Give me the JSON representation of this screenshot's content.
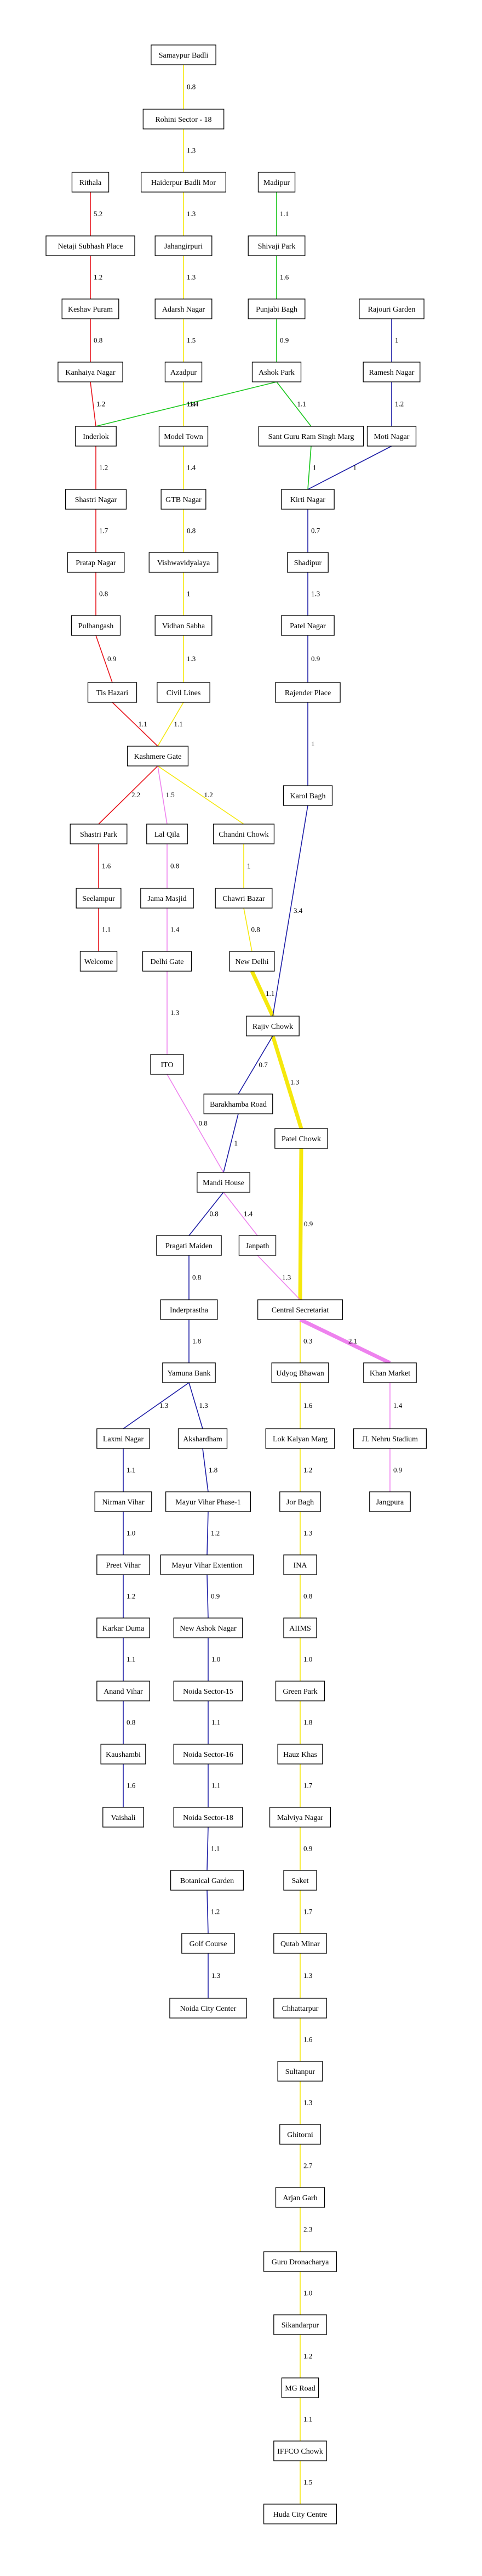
{
  "colors": {
    "red": "#e8141c",
    "yellow": "#f5e80c",
    "blue": "#1c1ca6",
    "green": "#17c61a",
    "violet": "#ee82ee"
  },
  "stations": [
    {
      "id": "samaypur",
      "label": "Samaypur Badli"
    },
    {
      "id": "rohini18",
      "label": "Rohini Sector - 18"
    },
    {
      "id": "haiderpur",
      "label": "Haiderpur Badli Mor"
    },
    {
      "id": "jahangirpuri",
      "label": "Jahangirpuri"
    },
    {
      "id": "adarsh",
      "label": "Adarsh Nagar"
    },
    {
      "id": "azadpur",
      "label": "Azadpur"
    },
    {
      "id": "modeltown",
      "label": "Model Town"
    },
    {
      "id": "gtb",
      "label": "GTB Nagar"
    },
    {
      "id": "vishwa",
      "label": "Vishwavidyalaya"
    },
    {
      "id": "vidhan",
      "label": "Vidhan Sabha"
    },
    {
      "id": "civil",
      "label": "Civil Lines"
    },
    {
      "id": "kashmere",
      "label": "Kashmere Gate"
    },
    {
      "id": "rithala",
      "label": "Rithala"
    },
    {
      "id": "netaji",
      "label": "Netaji Subhash Place"
    },
    {
      "id": "keshav",
      "label": "Keshav Puram"
    },
    {
      "id": "kanhaiya",
      "label": "Kanhaiya Nagar"
    },
    {
      "id": "inderlok",
      "label": "Inderlok"
    },
    {
      "id": "shastrinagar",
      "label": "Shastri Nagar"
    },
    {
      "id": "pratap",
      "label": "Pratap Nagar"
    },
    {
      "id": "pulbangash",
      "label": "Pulbangash"
    },
    {
      "id": "tishazari",
      "label": "Tis Hazari"
    },
    {
      "id": "madipur",
      "label": "Madipur"
    },
    {
      "id": "shivaji",
      "label": "Shivaji Park"
    },
    {
      "id": "punjabi",
      "label": "Punjabi Bagh"
    },
    {
      "id": "ashok",
      "label": "Ashok Park"
    },
    {
      "id": "sgrsm",
      "label": "Sant Guru Ram Singh Marg"
    },
    {
      "id": "rajouri",
      "label": "Rajouri Garden"
    },
    {
      "id": "ramesh",
      "label": "Ramesh Nagar"
    },
    {
      "id": "moti",
      "label": "Moti Nagar"
    },
    {
      "id": "kirti",
      "label": "Kirti Nagar"
    },
    {
      "id": "shadipur",
      "label": "Shadipur"
    },
    {
      "id": "patelnagar",
      "label": "Patel Nagar"
    },
    {
      "id": "rajendra",
      "label": "Rajender Place"
    },
    {
      "id": "karolbagh",
      "label": "Karol Bagh"
    },
    {
      "id": "shastripark",
      "label": "Shastri Park"
    },
    {
      "id": "seelampur",
      "label": "Seelampur"
    },
    {
      "id": "welcome",
      "label": "Welcome"
    },
    {
      "id": "lalqila",
      "label": "Lal Qila"
    },
    {
      "id": "jamamasjid",
      "label": "Jama Masjid"
    },
    {
      "id": "delhigate",
      "label": "Delhi Gate"
    },
    {
      "id": "ito",
      "label": "ITO"
    },
    {
      "id": "chandni",
      "label": "Chandni Chowk"
    },
    {
      "id": "chawri",
      "label": "Chawri Bazar"
    },
    {
      "id": "newdelhi",
      "label": "New Delhi"
    },
    {
      "id": "rajiv",
      "label": "Rajiv Chowk"
    },
    {
      "id": "barakhamba",
      "label": "Barakhamba Road"
    },
    {
      "id": "patelchowk",
      "label": "Patel Chowk"
    },
    {
      "id": "mandi",
      "label": "Mandi House"
    },
    {
      "id": "pragati",
      "label": "Pragati Maiden"
    },
    {
      "id": "janpath",
      "label": "Janpath"
    },
    {
      "id": "central",
      "label": "Central Secretariat"
    },
    {
      "id": "indraprastha",
      "label": "Inderprastha"
    },
    {
      "id": "yamuna",
      "label": "Yamuna Bank"
    },
    {
      "id": "laxmi",
      "label": "Laxmi Nagar"
    },
    {
      "id": "akshardham",
      "label": "Akshardham"
    },
    {
      "id": "nirman",
      "label": "Nirman Vihar"
    },
    {
      "id": "mvp1",
      "label": "Mayur Vihar Phase-1"
    },
    {
      "id": "preet",
      "label": "Preet Vihar"
    },
    {
      "id": "mvext",
      "label": "Mayur Vihar Extention"
    },
    {
      "id": "karkar",
      "label": "Karkar Duma"
    },
    {
      "id": "newashok",
      "label": "New Ashok Nagar"
    },
    {
      "id": "anand",
      "label": "Anand Vihar"
    },
    {
      "id": "noida15",
      "label": "Noida Sector-15"
    },
    {
      "id": "kaushambi",
      "label": "Kaushambi"
    },
    {
      "id": "noida16",
      "label": "Noida Sector-16"
    },
    {
      "id": "vaishali",
      "label": "Vaishali"
    },
    {
      "id": "noida18",
      "label": "Noida Sector-18"
    },
    {
      "id": "botanical",
      "label": "Botanical Garden"
    },
    {
      "id": "golf",
      "label": "Golf Course"
    },
    {
      "id": "noidacity",
      "label": "Noida City Center"
    },
    {
      "id": "udyog",
      "label": "Udyog Bhawan"
    },
    {
      "id": "khan",
      "label": "Khan Market"
    },
    {
      "id": "lokkalyan",
      "label": "Lok Kalyan Marg"
    },
    {
      "id": "jln",
      "label": "JL Nehru Stadium"
    },
    {
      "id": "jorbagh",
      "label": "Jor Bagh"
    },
    {
      "id": "jangpura",
      "label": "Jangpura"
    },
    {
      "id": "ina",
      "label": "INA"
    },
    {
      "id": "aiims",
      "label": "AIIMS"
    },
    {
      "id": "greenpark",
      "label": "Green Park"
    },
    {
      "id": "hauzkhas",
      "label": "Hauz Khas"
    },
    {
      "id": "malviya",
      "label": "Malviya Nagar"
    },
    {
      "id": "saket",
      "label": "Saket"
    },
    {
      "id": "qutab",
      "label": "Qutab Minar"
    },
    {
      "id": "chhattarpur",
      "label": "Chhattarpur"
    },
    {
      "id": "sultanpur",
      "label": "Sultanpur"
    },
    {
      "id": "ghitorni",
      "label": "Ghitorni"
    },
    {
      "id": "arjangarh",
      "label": "Arjan Garh"
    },
    {
      "id": "gurudrona",
      "label": "Guru Dronacharya"
    },
    {
      "id": "sikanderpur",
      "label": "Sikandarpur"
    },
    {
      "id": "mgroad",
      "label": "MG Road"
    },
    {
      "id": "iffco",
      "label": "IFFCO Chowk"
    },
    {
      "id": "huda",
      "label": "Huda City Centre"
    }
  ],
  "edges": [
    {
      "from": "samaypur",
      "to": "rohini18",
      "label": "0.8",
      "line": "yellow"
    },
    {
      "from": "rohini18",
      "to": "haiderpur",
      "label": "1.3",
      "line": "yellow"
    },
    {
      "from": "haiderpur",
      "to": "jahangirpuri",
      "label": "1.3",
      "line": "yellow"
    },
    {
      "from": "jahangirpuri",
      "to": "adarsh",
      "label": "1.3",
      "line": "yellow"
    },
    {
      "from": "adarsh",
      "to": "azadpur",
      "label": "1.5",
      "line": "yellow"
    },
    {
      "from": "azadpur",
      "to": "modeltown",
      "label": "1.4",
      "line": "yellow"
    },
    {
      "from": "modeltown",
      "to": "gtb",
      "label": "1.4",
      "line": "yellow"
    },
    {
      "from": "gtb",
      "to": "vishwa",
      "label": "0.8",
      "line": "yellow"
    },
    {
      "from": "vishwa",
      "to": "vidhan",
      "label": "1",
      "line": "yellow"
    },
    {
      "from": "vidhan",
      "to": "civil",
      "label": "1.3",
      "line": "yellow"
    },
    {
      "from": "civil",
      "to": "kashmere",
      "label": "1.1",
      "line": "yellow"
    },
    {
      "from": "kashmere",
      "to": "chandni",
      "label": "1.2",
      "line": "yellow"
    },
    {
      "from": "chandni",
      "to": "chawri",
      "label": "1",
      "line": "yellow"
    },
    {
      "from": "chawri",
      "to": "newdelhi",
      "label": "0.8",
      "line": "yellow"
    },
    {
      "from": "newdelhi",
      "to": "rajiv",
      "label": "1.1",
      "line": "yellow",
      "bold": true
    },
    {
      "from": "rajiv",
      "to": "patelchowk",
      "label": "1.3",
      "line": "yellow",
      "bold": true
    },
    {
      "from": "patelchowk",
      "to": "central",
      "label": "0.9",
      "line": "yellow",
      "bold": true
    },
    {
      "from": "central",
      "to": "udyog",
      "label": "0.3",
      "line": "yellow"
    },
    {
      "from": "udyog",
      "to": "lokkalyan",
      "label": "1.6",
      "line": "yellow"
    },
    {
      "from": "lokkalyan",
      "to": "jorbagh",
      "label": "1.2",
      "line": "yellow"
    },
    {
      "from": "jorbagh",
      "to": "ina",
      "label": "1.3",
      "line": "yellow"
    },
    {
      "from": "ina",
      "to": "aiims",
      "label": "0.8",
      "line": "yellow"
    },
    {
      "from": "aiims",
      "to": "greenpark",
      "label": "1.0",
      "line": "yellow"
    },
    {
      "from": "greenpark",
      "to": "hauzkhas",
      "label": "1.8",
      "line": "yellow"
    },
    {
      "from": "hauzkhas",
      "to": "malviya",
      "label": "1.7",
      "line": "yellow"
    },
    {
      "from": "malviya",
      "to": "saket",
      "label": "0.9",
      "line": "yellow"
    },
    {
      "from": "saket",
      "to": "qutab",
      "label": "1.7",
      "line": "yellow"
    },
    {
      "from": "qutab",
      "to": "chhattarpur",
      "label": "1.3",
      "line": "yellow"
    },
    {
      "from": "chhattarpur",
      "to": "sultanpur",
      "label": "1.6",
      "line": "yellow"
    },
    {
      "from": "sultanpur",
      "to": "ghitorni",
      "label": "1.3",
      "line": "yellow"
    },
    {
      "from": "ghitorni",
      "to": "arjangarh",
      "label": "2.7",
      "line": "yellow"
    },
    {
      "from": "arjangarh",
      "to": "gurudrona",
      "label": "2.3",
      "line": "yellow"
    },
    {
      "from": "gurudrona",
      "to": "sikanderpur",
      "label": "1.0",
      "line": "yellow"
    },
    {
      "from": "sikanderpur",
      "to": "mgroad",
      "label": "1.2",
      "line": "yellow"
    },
    {
      "from": "mgroad",
      "to": "iffco",
      "label": "1.1",
      "line": "yellow"
    },
    {
      "from": "iffco",
      "to": "huda",
      "label": "1.5",
      "line": "yellow"
    },
    {
      "from": "rithala",
      "to": "netaji",
      "label": "5.2",
      "line": "red"
    },
    {
      "from": "netaji",
      "to": "keshav",
      "label": "1.2",
      "line": "red"
    },
    {
      "from": "keshav",
      "to": "kanhaiya",
      "label": "0.8",
      "line": "red"
    },
    {
      "from": "kanhaiya",
      "to": "inderlok",
      "label": "1.2",
      "line": "red"
    },
    {
      "from": "inderlok",
      "to": "shastrinagar",
      "label": "1.2",
      "line": "red"
    },
    {
      "from": "shastrinagar",
      "to": "pratap",
      "label": "1.7",
      "line": "red"
    },
    {
      "from": "pratap",
      "to": "pulbangash",
      "label": "0.8",
      "line": "red"
    },
    {
      "from": "pulbangash",
      "to": "tishazari",
      "label": "0.9",
      "line": "red"
    },
    {
      "from": "tishazari",
      "to": "kashmere",
      "label": "1.1",
      "line": "red"
    },
    {
      "from": "kashmere",
      "to": "shastripark",
      "label": "2.2",
      "line": "red"
    },
    {
      "from": "shastripark",
      "to": "seelampur",
      "label": "1.6",
      "line": "red"
    },
    {
      "from": "seelampur",
      "to": "welcome",
      "label": "1.1",
      "line": "red"
    },
    {
      "from": "madipur",
      "to": "shivaji",
      "label": "1.1",
      "line": "green"
    },
    {
      "from": "shivaji",
      "to": "punjabi",
      "label": "1.6",
      "line": "green"
    },
    {
      "from": "punjabi",
      "to": "ashok",
      "label": "0.9",
      "line": "green"
    },
    {
      "from": "ashok",
      "to": "inderlok",
      "label": "1.4",
      "line": "green"
    },
    {
      "from": "ashok",
      "to": "sgrsm",
      "label": "1.1",
      "line": "green"
    },
    {
      "from": "sgrsm",
      "to": "kirti",
      "label": "1",
      "line": "green"
    },
    {
      "from": "rajouri",
      "to": "ramesh",
      "label": "1",
      "line": "blue"
    },
    {
      "from": "ramesh",
      "to": "moti",
      "label": "1.2",
      "line": "blue"
    },
    {
      "from": "moti",
      "to": "kirti",
      "label": "1",
      "line": "blue"
    },
    {
      "from": "kirti",
      "to": "shadipur",
      "label": "0.7",
      "line": "blue"
    },
    {
      "from": "shadipur",
      "to": "patelnagar",
      "label": "1.3",
      "line": "blue"
    },
    {
      "from": "patelnagar",
      "to": "rajendra",
      "label": "0.9",
      "line": "blue"
    },
    {
      "from": "rajendra",
      "to": "karolbagh",
      "label": "1",
      "line": "blue"
    },
    {
      "from": "karolbagh",
      "to": "rajiv",
      "label": "3.4",
      "line": "blue"
    },
    {
      "from": "rajiv",
      "to": "barakhamba",
      "label": "0.7",
      "line": "blue"
    },
    {
      "from": "barakhamba",
      "to": "mandi",
      "label": "1",
      "line": "blue"
    },
    {
      "from": "mandi",
      "to": "pragati",
      "label": "0.8",
      "line": "blue"
    },
    {
      "from": "pragati",
      "to": "indraprastha",
      "label": "0.8",
      "line": "blue"
    },
    {
      "from": "indraprastha",
      "to": "yamuna",
      "label": "1.8",
      "line": "blue"
    },
    {
      "from": "yamuna",
      "to": "laxmi",
      "label": "1.3",
      "line": "blue"
    },
    {
      "from": "laxmi",
      "to": "nirman",
      "label": "1.1",
      "line": "blue"
    },
    {
      "from": "nirman",
      "to": "preet",
      "label": "1.0",
      "line": "blue"
    },
    {
      "from": "preet",
      "to": "karkar",
      "label": "1.2",
      "line": "blue"
    },
    {
      "from": "karkar",
      "to": "anand",
      "label": "1.1",
      "line": "blue"
    },
    {
      "from": "anand",
      "to": "kaushambi",
      "label": "0.8",
      "line": "blue"
    },
    {
      "from": "kaushambi",
      "to": "vaishali",
      "label": "1.6",
      "line": "blue"
    },
    {
      "from": "yamuna",
      "to": "akshardham",
      "label": "1.3",
      "line": "blue"
    },
    {
      "from": "akshardham",
      "to": "mvp1",
      "label": "1.8",
      "line": "blue"
    },
    {
      "from": "mvp1",
      "to": "mvext",
      "label": "1.2",
      "line": "blue"
    },
    {
      "from": "mvext",
      "to": "newashok",
      "label": "0.9",
      "line": "blue"
    },
    {
      "from": "newashok",
      "to": "noida15",
      "label": "1.0",
      "line": "blue"
    },
    {
      "from": "noida15",
      "to": "noida16",
      "label": "1.1",
      "line": "blue"
    },
    {
      "from": "noida16",
      "to": "noida18",
      "label": "1.1",
      "line": "blue"
    },
    {
      "from": "noida18",
      "to": "botanical",
      "label": "1.1",
      "line": "blue"
    },
    {
      "from": "botanical",
      "to": "golf",
      "label": "1.2",
      "line": "blue"
    },
    {
      "from": "golf",
      "to": "noidacity",
      "label": "1.3",
      "line": "blue"
    },
    {
      "from": "kashmere",
      "to": "lalqila",
      "label": "1.5",
      "line": "violet"
    },
    {
      "from": "lalqila",
      "to": "jamamasjid",
      "label": "0.8",
      "line": "violet"
    },
    {
      "from": "jamamasjid",
      "to": "delhigate",
      "label": "1.4",
      "line": "violet"
    },
    {
      "from": "delhigate",
      "to": "ito",
      "label": "1.3",
      "line": "violet"
    },
    {
      "from": "ito",
      "to": "mandi",
      "label": "0.8",
      "line": "violet"
    },
    {
      "from": "mandi",
      "to": "janpath",
      "label": "1.4",
      "line": "violet"
    },
    {
      "from": "janpath",
      "to": "central",
      "label": "1.3",
      "line": "violet"
    },
    {
      "from": "central",
      "to": "khan",
      "label": "2.1",
      "line": "violet",
      "bold": true
    },
    {
      "from": "khan",
      "to": "jln",
      "label": "1.4",
      "line": "violet"
    },
    {
      "from": "jln",
      "to": "jangpura",
      "label": "0.9",
      "line": "violet"
    }
  ]
}
